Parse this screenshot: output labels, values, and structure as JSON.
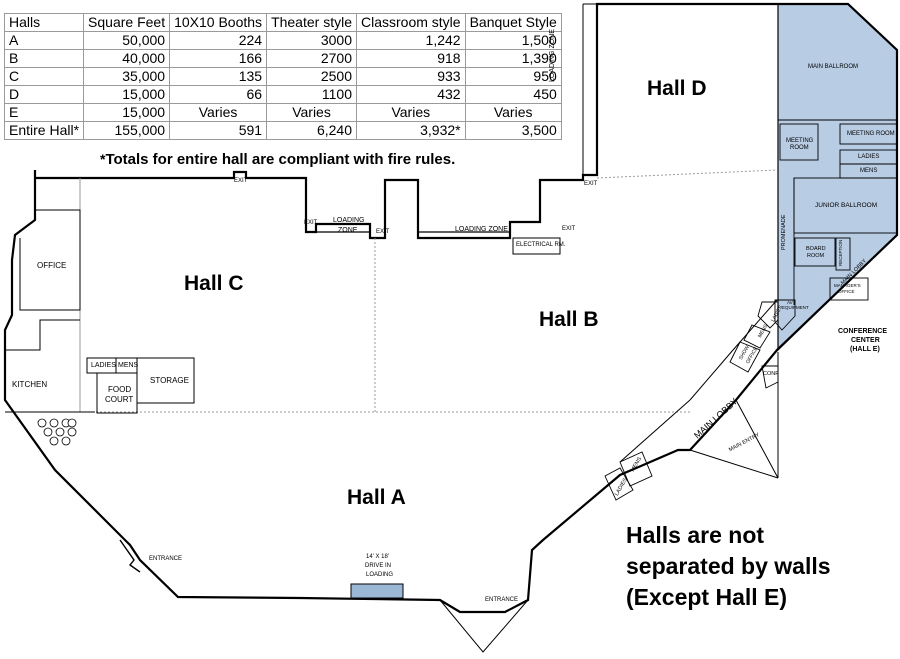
{
  "table": {
    "headers": [
      "Halls",
      "Square Feet",
      "10X10 Booths",
      "Theater style",
      "Classroom style",
      "Banquet Style"
    ],
    "rows": [
      [
        "A",
        "50,000",
        "224",
        "3000",
        "1,242",
        "1,500"
      ],
      [
        "B",
        "40,000",
        "166",
        "2700",
        "918",
        "1,390"
      ],
      [
        "C",
        "35,000",
        "135",
        "2500",
        "933",
        "950"
      ],
      [
        "D",
        "15,000",
        "66",
        "1100",
        "432",
        "450"
      ],
      [
        "E",
        "15,000",
        "Varies",
        "Varies",
        "Varies",
        "Varies"
      ],
      [
        "Entire Hall*",
        "155,000",
        "591",
        "6,240",
        "3,932*",
        "3,500"
      ]
    ],
    "footnote_mark": "*",
    "footnote": "Totals for entire hall are compliant with fire rules."
  },
  "halls": {
    "a": "Hall A",
    "b": "Hall B",
    "c": "Hall C",
    "d": "Hall D"
  },
  "rooms": {
    "office": "OFFICE",
    "kitchen": "KITCHEN",
    "ladies_c": "LADIES",
    "mens_c": "MENS",
    "food_court_1": "FOOD",
    "food_court_2": "COURT",
    "storage": "STORAGE",
    "loading_zone_c_1": "LOADING",
    "loading_zone_c_2": "ZONE",
    "loading_zone_b": "LOADING ZONE",
    "loading_zone_d": "LOADING ZONE",
    "electrical": "ELECTRICAL RM.",
    "exit_top": "EXIT",
    "exit_left": "EXIT",
    "exit_mid": "EXIT",
    "exit_right": "EXIT",
    "exit_d": "EXIT",
    "main_ballroom": "MAIN BALLROOM",
    "meeting_room_1": "MEETING",
    "meeting_room_2": "ROOM",
    "meeting_room_b": "MEETING ROOM",
    "ladies_e": "LADIES",
    "mens_e": "MENS",
    "junior_ballroom": "JUNIOR BALLROOM",
    "promenade": "PROMENADE",
    "board_room_1": "BOARD",
    "board_room_2": "ROOM",
    "reception": "RECEPTION",
    "managers_office_1": "MANAGER'S",
    "managers_office_2": "OFFICE",
    "main_lobby_e": "MAIN LOBBY",
    "av_equipment_1": "AV",
    "av_equipment_2": "EQUIPMENT",
    "ladies_lobby": "LADIES",
    "mens_lobby": "MENS",
    "show_office_1": "SHOW",
    "show_office_2": "OFFICE",
    "conf": "CONF",
    "main_lobby": "MAIN LOBBY",
    "main_entry": "MAIN ENTRY",
    "mens_a": "MENS",
    "ladies_a": "LADIES",
    "entrance_left": "ENTRANCE",
    "entrance_bottom": "ENTRANCE",
    "drive_in_1": "14' X 18'",
    "drive_in_2": "DRIVE IN",
    "drive_in_3": "LOADING",
    "conference_1": "CONFERENCE",
    "conference_2": "CENTER",
    "conference_3": "(HALL E)"
  },
  "notes": {
    "line1": "Halls are not",
    "line2": "separated by walls",
    "line3": "(Except Hall E)"
  },
  "colors": {
    "hall_e_fill": "#b8cce4",
    "drive_in_fill": "#9bb7d6",
    "wall": "#000000",
    "grid_line": "#9a9a9a"
  }
}
